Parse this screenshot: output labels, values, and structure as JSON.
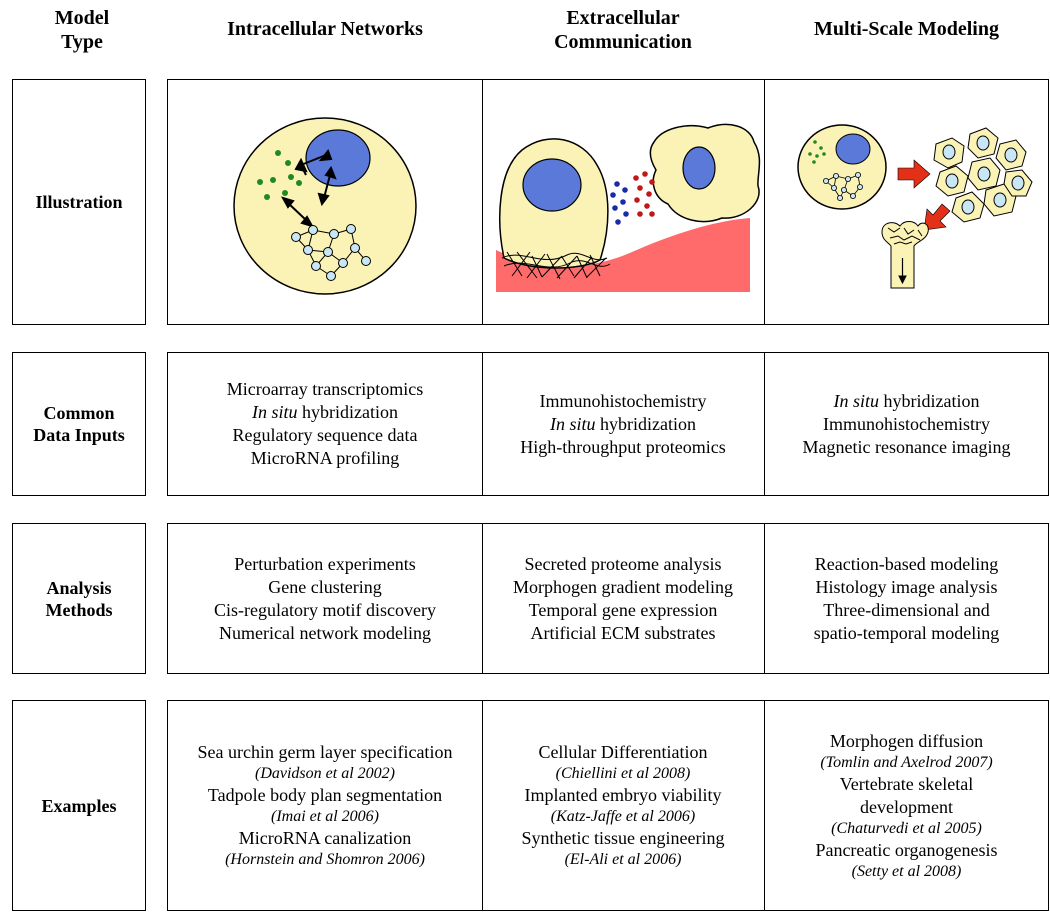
{
  "headers": {
    "model_type": "Model\nType",
    "intracellular": "Intracellular Networks",
    "extracellular": "Extracellular\nCommunication",
    "multiscale": "Multi-Scale Modeling"
  },
  "rows": {
    "illustration": {
      "label": "Illustration"
    },
    "data_inputs": {
      "label": "Common\nData Inputs",
      "intracellular": [
        {
          "text": "Microarray transcriptomics"
        },
        {
          "italic": "In situ",
          "text": " hybridization"
        },
        {
          "text": "Regulatory sequence data"
        },
        {
          "text": "MicroRNA profiling"
        }
      ],
      "extracellular": [
        {
          "text": "Immunohistochemistry"
        },
        {
          "italic": "In situ",
          "text": " hybridization"
        },
        {
          "text": "High-throughput proteomics"
        }
      ],
      "multiscale": [
        {
          "italic": "In situ",
          "text": " hybridization"
        },
        {
          "text": "Immunohistochemistry"
        },
        {
          "text": "Magnetic resonance imaging"
        }
      ]
    },
    "analysis": {
      "label": "Analysis\nMethods",
      "intracellular": [
        "Perturbation experiments",
        "Gene clustering",
        "Cis-regulatory motif discovery",
        "Numerical network modeling"
      ],
      "extracellular": [
        "Secreted proteome analysis",
        "Morphogen gradient modeling",
        "Temporal gene expression",
        "Artificial ECM substrates"
      ],
      "multiscale": [
        "Reaction-based modeling",
        "Histology image analysis",
        "Three-dimensional and",
        "spatio-temporal modeling"
      ]
    },
    "examples": {
      "label": "Examples",
      "intracellular": [
        {
          "text": "Sea urchin germ layer specification"
        },
        {
          "ref": "(Davidson et al 2002)"
        },
        {
          "text": "Tadpole body plan segmentation"
        },
        {
          "ref": "(Imai et al 2006)"
        },
        {
          "text": "MicroRNA canalization"
        },
        {
          "ref": "(Hornstein and Shomron 2006)"
        }
      ],
      "extracellular": [
        {
          "text": "Cellular Differentiation"
        },
        {
          "ref": "(Chiellini et al 2008)"
        },
        {
          "text": "Implanted embryo viability"
        },
        {
          "ref": "(Katz-Jaffe et al 2006)"
        },
        {
          "text": "Synthetic tissue engineering"
        },
        {
          "ref": "(El-Ali et al 2006)"
        }
      ],
      "multiscale": [
        {
          "text": "Morphogen diffusion"
        },
        {
          "ref": "(Tomlin and Axelrod 2007)"
        },
        {
          "text": "Vertebrate skeletal"
        },
        {
          "text": "development"
        },
        {
          "ref": "(Chaturvedi et al 2005)"
        },
        {
          "text": "Pancreatic organogenesis"
        },
        {
          "ref": "(Setty et al 2008)"
        }
      ]
    }
  },
  "colors": {
    "cell_fill": "#fbf3b6",
    "nucleus": "#5b79d9",
    "tissue": "#ff6b6b",
    "arrow_red": "#e53018",
    "green_dot": "#1f8a1f",
    "blue_dot": "#1a2aa8",
    "red_dot": "#c01818",
    "node_fill": "#c9e6f5"
  }
}
